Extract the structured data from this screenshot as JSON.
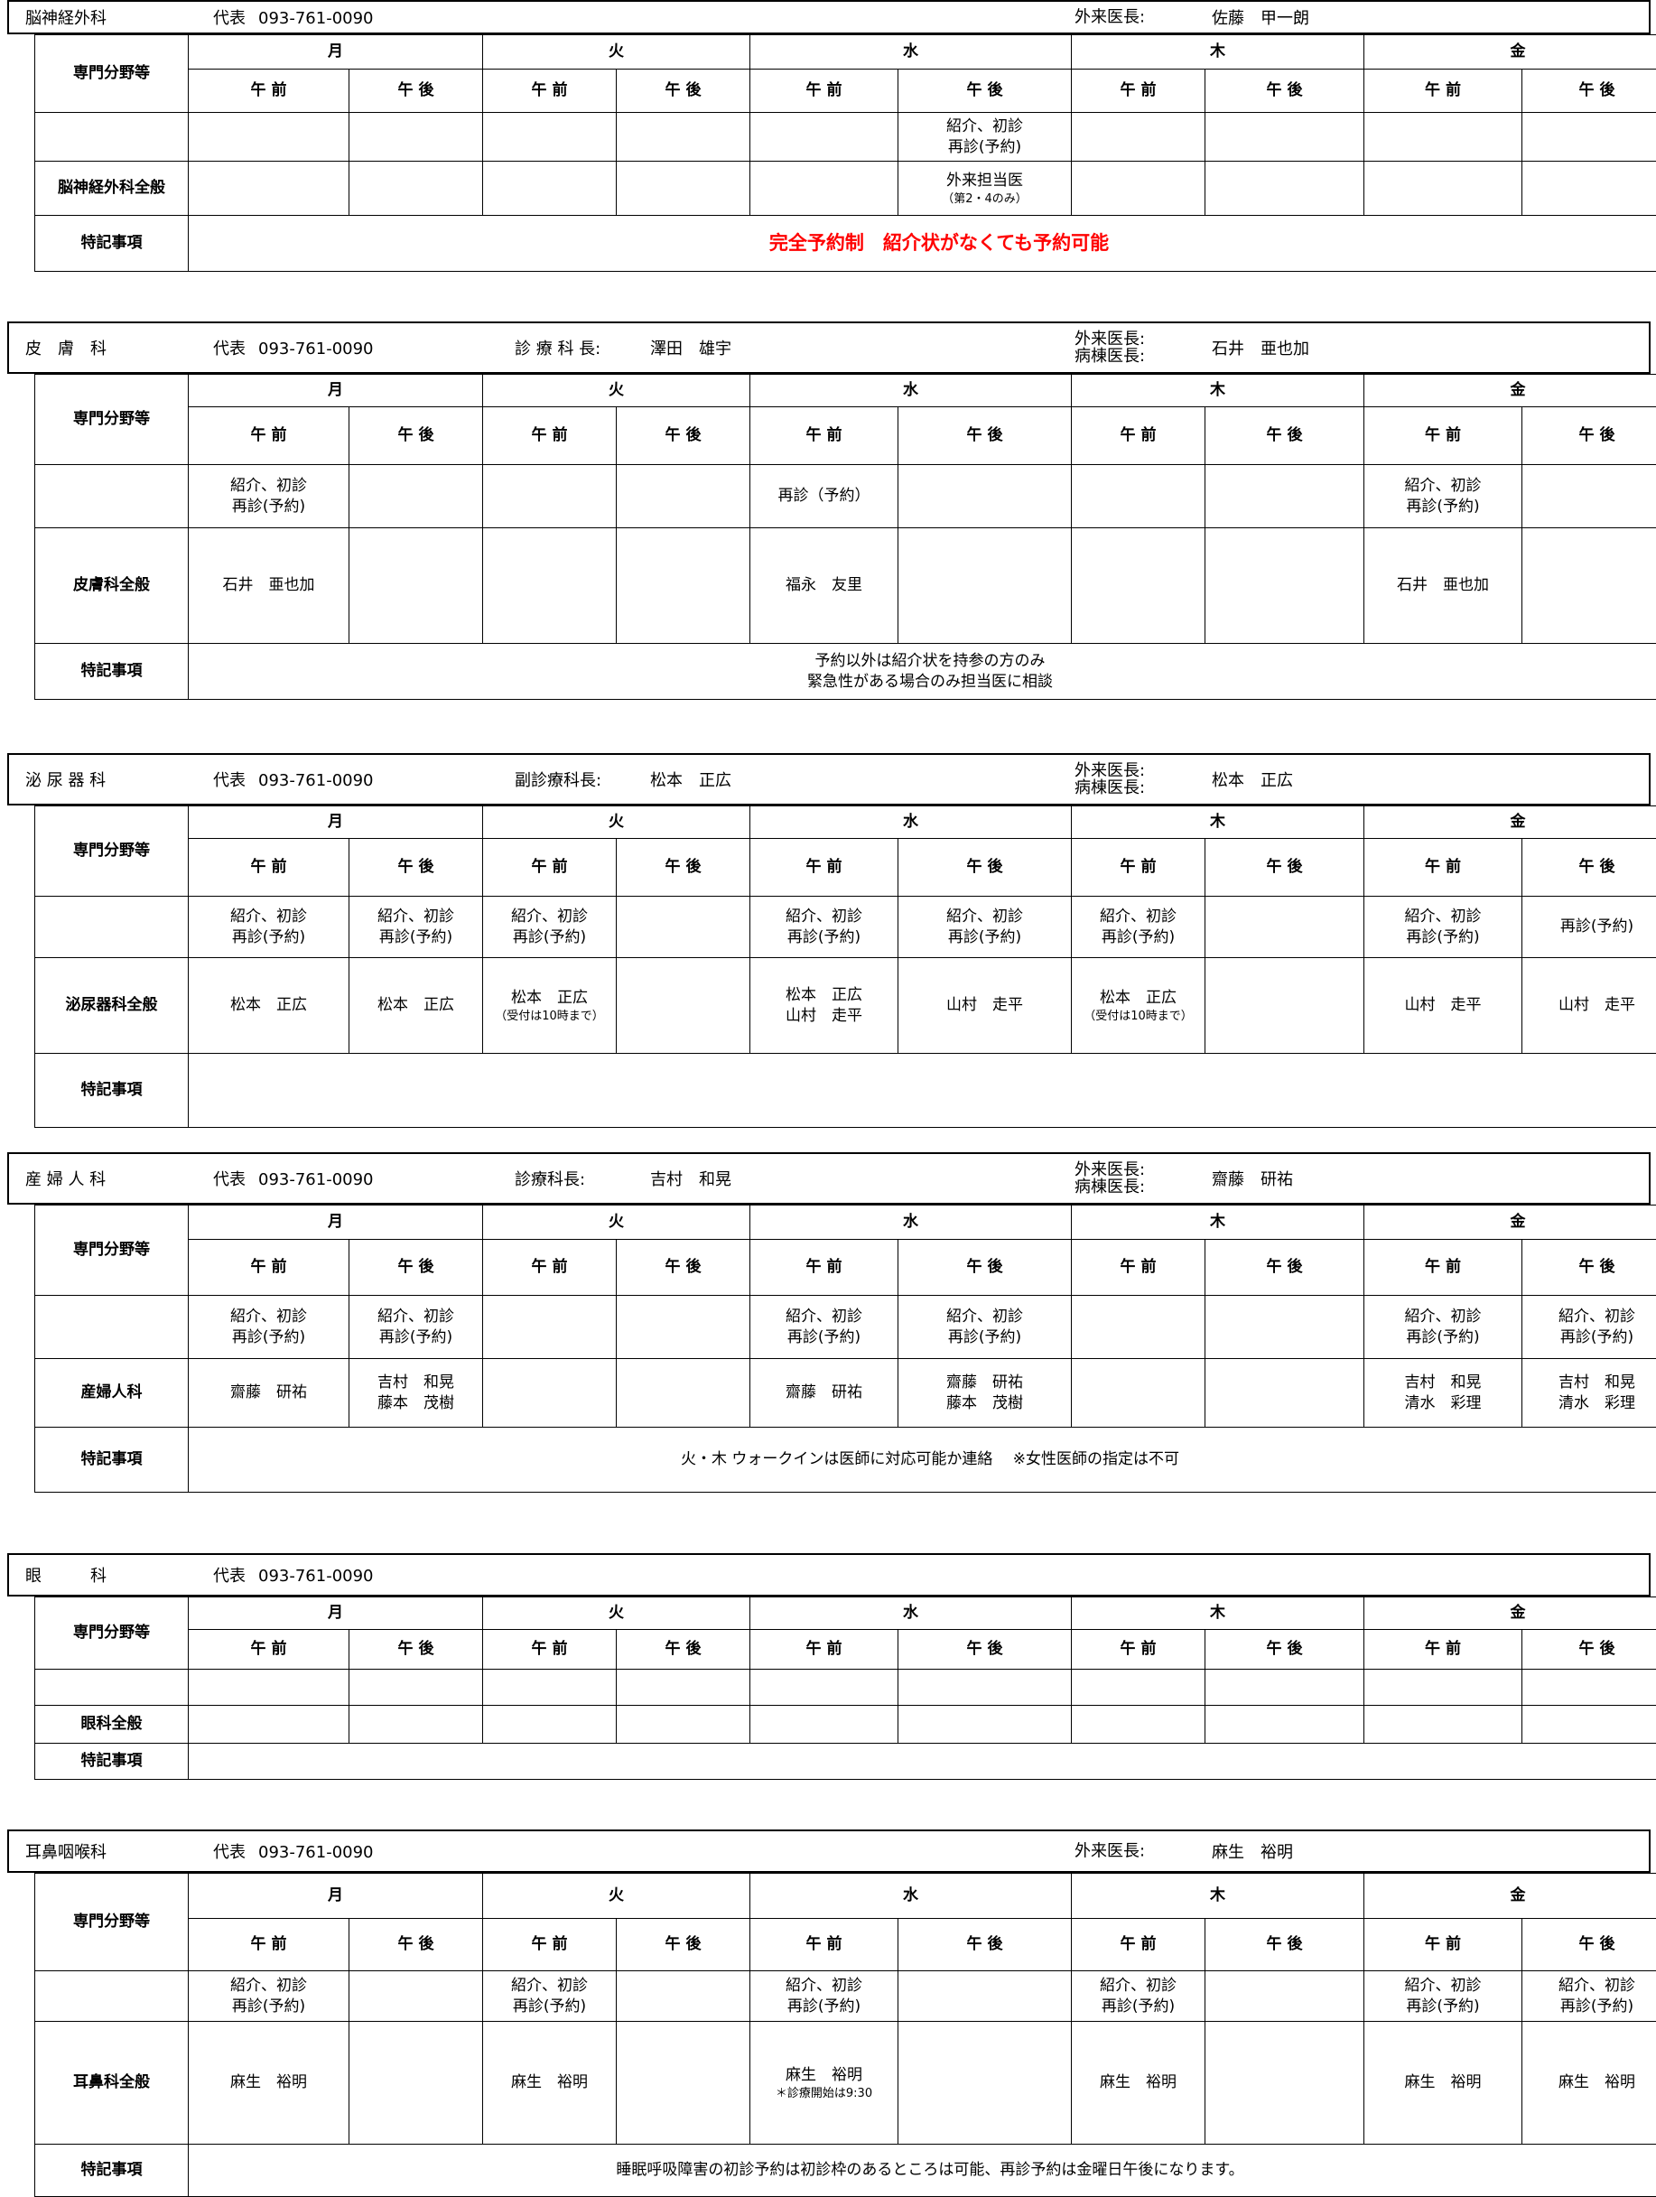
{
  "days": [
    "月",
    "火",
    "水",
    "木",
    "金"
  ],
  "am": "午 前",
  "pm": "午 後",
  "row_header": "専門分野等",
  "notes_label": "特記事項",
  "phone_label": "代表",
  "phone": "093-761-0090",
  "sections": [
    {
      "id": "neuro",
      "name": "脳神経外科",
      "roles": [
        {
          "label": "外来医長:",
          "person": "佐藤　甲一朗"
        }
      ],
      "specialty_row": [
        "",
        "",
        "",
        "",
        "",
        "紹介、初診\n再診(予約)",
        "",
        "",
        "",
        ""
      ],
      "general_label": "脳神経外科全般",
      "general_row": [
        "",
        "",
        "",
        "",
        "",
        "外来担当医",
        "",
        "",
        "",
        ""
      ],
      "general_sub": [
        "",
        "",
        "",
        "",
        "",
        "（第2・4のみ）",
        "",
        "",
        "",
        ""
      ],
      "notes": "完全予約制　紹介状がなくても予約可能"
    },
    {
      "id": "derm",
      "name": "皮　膚　科",
      "chief_label": "診 療 科 長:",
      "chief": "澤田　雄宇",
      "roles": [
        {
          "label": "外来医長:"
        },
        {
          "label": "病棟医長:",
          "person": "石井　亜也加"
        }
      ],
      "specialty_row": [
        "紹介、初診\n再診(予約)",
        "",
        "",
        "",
        "再診（予約）",
        "",
        "",
        "",
        "紹介、初診\n再診(予約)",
        ""
      ],
      "general_label": "皮膚科全般",
      "general_row": [
        "石井　亜也加",
        "",
        "",
        "",
        "福永　友里",
        "",
        "",
        "",
        "石井　亜也加",
        ""
      ],
      "notes": "予約以外は紹介状を持参の方のみ\n緊急性がある場合のみ担当医に相談"
    },
    {
      "id": "uro",
      "name": "泌 尿 器 科",
      "chief_label": "副診療科長:",
      "chief": "松本　正広",
      "roles": [
        {
          "label": "外来医長:"
        },
        {
          "label": "病棟医長:",
          "person": "松本　正広"
        }
      ],
      "specialty_row": [
        "紹介、初診\n再診(予約)",
        "紹介、初診\n再診(予約)",
        "紹介、初診\n再診(予約)",
        "",
        "紹介、初診\n再診(予約)",
        "紹介、初診\n再診(予約)",
        "紹介、初診\n再診(予約)",
        "",
        "紹介、初診\n再診(予約)",
        "再診(予約)"
      ],
      "general_label": "泌尿器科全般",
      "general_row": [
        "松本　正広",
        "松本　正広",
        "松本　正広",
        "",
        "松本　正広\n山村　走平",
        "山村　走平",
        "松本　正広",
        "",
        "山村　走平",
        "山村　走平"
      ],
      "general_sub": [
        "",
        "",
        "（受付は10時まで）",
        "",
        "",
        "",
        "（受付は10時まで）",
        "",
        "",
        ""
      ],
      "notes": ""
    },
    {
      "id": "obgyn",
      "name": "産 婦 人 科",
      "chief_label": "診療科長:",
      "chief": "吉村　和晃",
      "roles": [
        {
          "label": "外来医長:"
        },
        {
          "label": "病棟医長:",
          "person": "齋藤　研祐"
        }
      ],
      "specialty_row": [
        "紹介、初診\n再診(予約)",
        "紹介、初診\n再診(予約)",
        "",
        "",
        "紹介、初診\n再診(予約)",
        "紹介、初診\n再診(予約)",
        "",
        "",
        "紹介、初診\n再診(予約)",
        "紹介、初診\n再診(予約)"
      ],
      "general_label": "産婦人科",
      "general_row": [
        "齋藤　研祐",
        "吉村　和晃\n藤本　茂樹",
        "",
        "",
        "齋藤　研祐",
        "齋藤　研祐\n藤本　茂樹",
        "",
        "",
        "吉村　和晃\n清水　彩理",
        "吉村　和晃\n清水　彩理"
      ],
      "notes": "火・木 ウォークインは医師に対応可能か連絡　 ※女性医師の指定は不可"
    },
    {
      "id": "eye",
      "name": "眼　　　科",
      "roles": [],
      "specialty_row": [
        "",
        "",
        "",
        "",
        "",
        "",
        "",
        "",
        "",
        ""
      ],
      "general_label": "眼科全般",
      "general_row": [
        "",
        "",
        "",
        "",
        "",
        "",
        "",
        "",
        "",
        ""
      ],
      "notes": ""
    },
    {
      "id": "ent",
      "name": "耳鼻咽喉科",
      "roles": [
        {
          "label": "外来医長:",
          "person": "麻生　裕明"
        }
      ],
      "specialty_row": [
        "紹介、初診\n再診(予約)",
        "",
        "紹介、初診\n再診(予約)",
        "",
        "紹介、初診\n再診(予約)",
        "",
        "紹介、初診\n再診(予約)",
        "",
        "紹介、初診\n再診(予約)",
        "紹介、初診\n再診(予約)"
      ],
      "general_label": "耳鼻科全般",
      "general_row": [
        "麻生　裕明",
        "",
        "麻生　裕明",
        "",
        "麻生　裕明",
        "",
        "麻生　裕明",
        "",
        "麻生　裕明",
        "麻生　裕明"
      ],
      "general_sub": [
        "",
        "",
        "",
        "",
        "＊診療開始は9:30",
        "",
        "",
        "",
        "",
        ""
      ],
      "notes": "睡眠呼吸障害の初診予約は初診枠のあるところは可能、再診予約は金曜日午後になります。"
    }
  ]
}
